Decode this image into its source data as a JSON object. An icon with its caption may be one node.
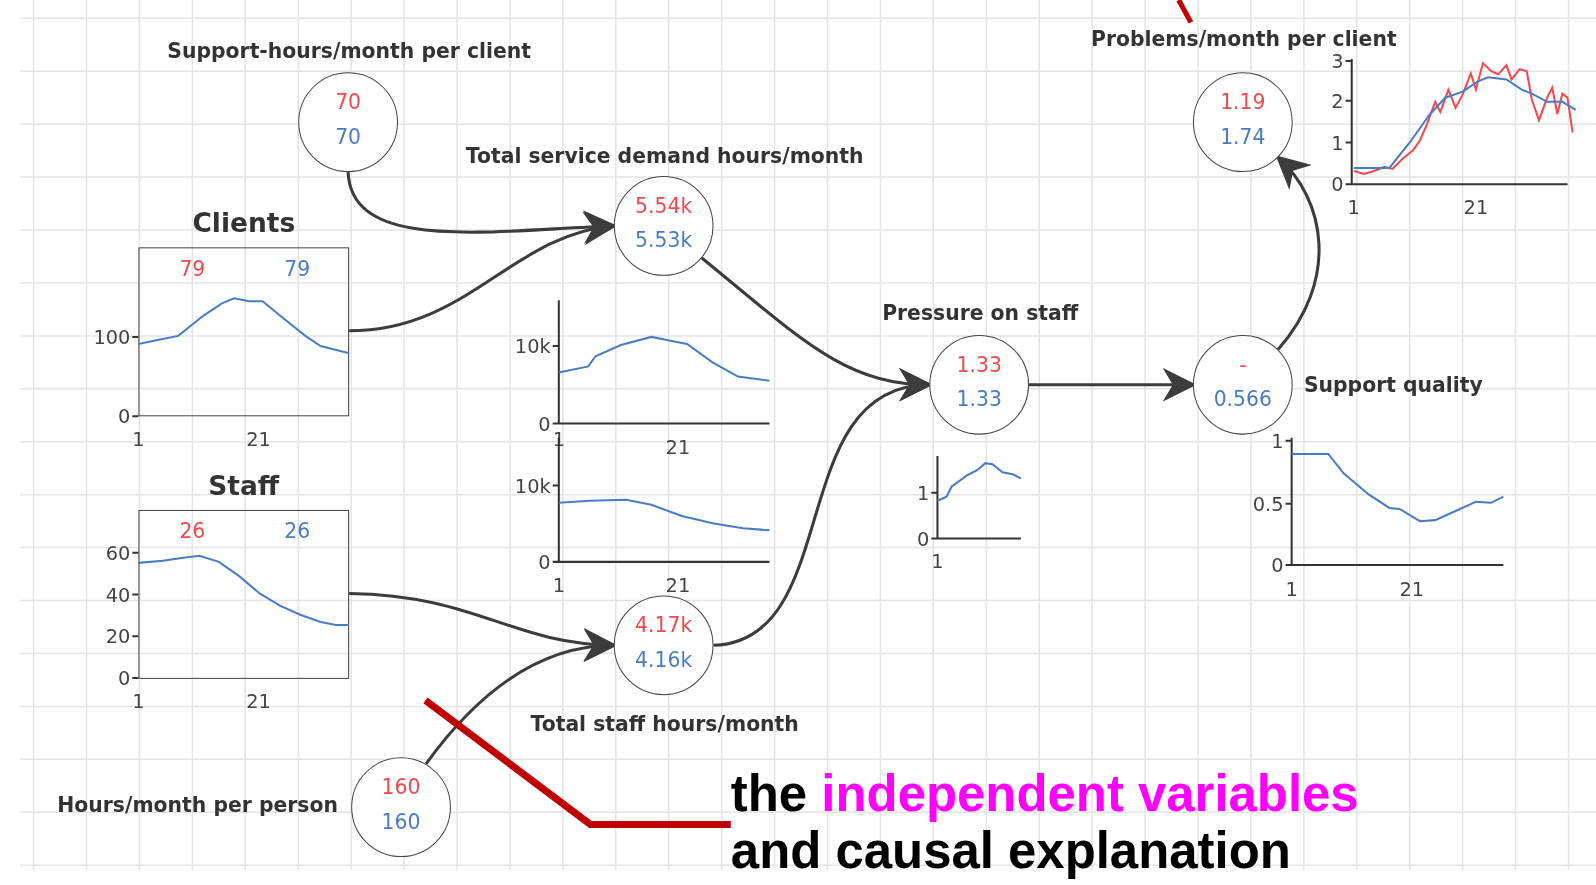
{
  "diagram": {
    "nodes": [
      {
        "text": [
          "Support-hours/month per client",
          "70",
          "70"
        ]
      },
      {
        "text": [
          "Clients",
          "79",
          "79"
        ]
      },
      {
        "text": [
          "Total service demand hours/month",
          "5.54k",
          "5.53k"
        ]
      },
      {
        "text": [
          "Staff",
          "26",
          "26"
        ]
      },
      {
        "text": [
          "4.17k",
          "4.16k",
          "Total staff hours/month"
        ]
      },
      {
        "text": [
          "Hours/month per person",
          "160",
          "160"
        ]
      },
      {
        "text": [
          "Pressure on staff",
          "1.33",
          "1.33"
        ]
      },
      {
        "text": [
          "-",
          "0.566",
          "Support quality"
        ]
      },
      {
        "text": [
          "Problems/month per client",
          "1.19",
          "1.74"
        ]
      },
      {
        "text": [
          "the",
          "independent variables",
          "and causal explanation"
        ]
      }
    ],
    "edges": [
      {
        "from": 0,
        "to": 2,
        "arrow": "to"
      },
      {
        "from": 1,
        "to": 2,
        "arrow": "to"
      },
      {
        "from": 2,
        "to": 6,
        "arrow": "to"
      },
      {
        "from": 3,
        "to": 4,
        "arrow": "to"
      },
      {
        "from": 5,
        "to": 4,
        "arrow": "to"
      },
      {
        "from": 4,
        "to": 6,
        "arrow": "to"
      },
      {
        "from": 6,
        "to": 7,
        "arrow": "to"
      },
      {
        "from": 7,
        "to": 8,
        "arrow": "to"
      },
      {
        "from": 9,
        "to": null,
        "arrow": "none",
        "style": "thick",
        "color": "#c00000"
      }
    ],
    "labels": [
      "3",
      "2",
      "1",
      "0",
      "1",
      "21",
      "100",
      "0",
      "1",
      "21",
      "10k",
      "0",
      "1",
      "21",
      "1",
      "0",
      "1",
      "1",
      "0.5",
      "0",
      "1",
      "21",
      "60",
      "40",
      "20",
      "0",
      "1",
      "21",
      "10k",
      "0",
      "1",
      "21"
    ]
  }
}
